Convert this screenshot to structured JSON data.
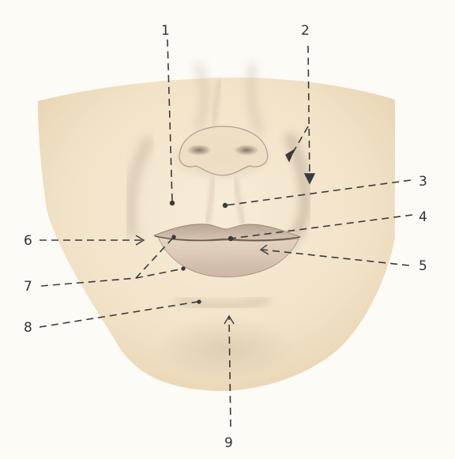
{
  "diagram": {
    "labels": [
      "1",
      "2",
      "3",
      "4",
      "5",
      "6",
      "7",
      "8",
      "9"
    ]
  },
  "colors": {
    "background": "#fdfbf6",
    "skin": "#f4e6cc",
    "skin_shadow": "#d8c5a6",
    "shading": "#8f8579",
    "lip": "#cbb3a0",
    "leader_line": "#3a3a3a",
    "label_text": "#333333"
  }
}
